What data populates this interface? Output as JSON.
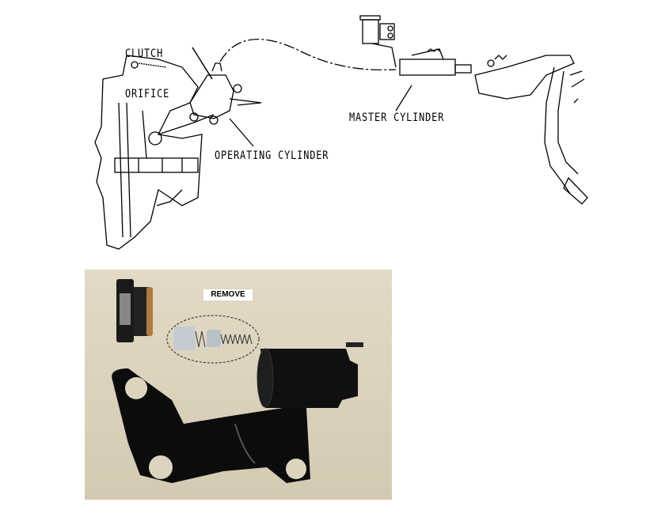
{
  "diagram": {
    "labels": {
      "clutch_orifice_line1": "CLUTCH",
      "clutch_orifice_line2": "ORIFICE",
      "operating_cylinder": "OPERATING CYLINDER",
      "master_cylinder": "MASTER CYLINDER"
    }
  },
  "photo": {
    "callout": "REMOVE"
  }
}
